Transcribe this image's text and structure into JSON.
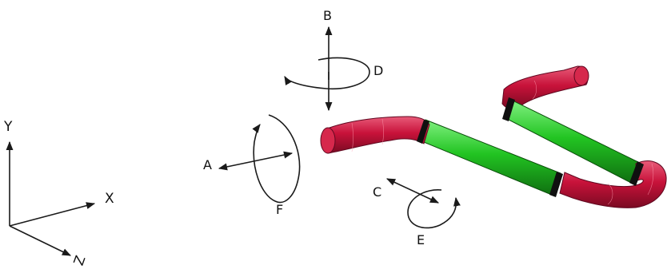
{
  "axes_labels": {
    "y": "Y",
    "x": "X",
    "z": "Z"
  },
  "motion_labels": {
    "a": "A",
    "b": "B",
    "c": "C",
    "d": "D",
    "e": "E",
    "f": "F"
  },
  "colors": {
    "line": "#1a1a1a",
    "bend_red": "#c8123a",
    "bend_red_dark": "#7a0a22",
    "straight_green": "#22c422",
    "straight_green_dark": "#0f6e10",
    "joint_black": "#101010"
  }
}
